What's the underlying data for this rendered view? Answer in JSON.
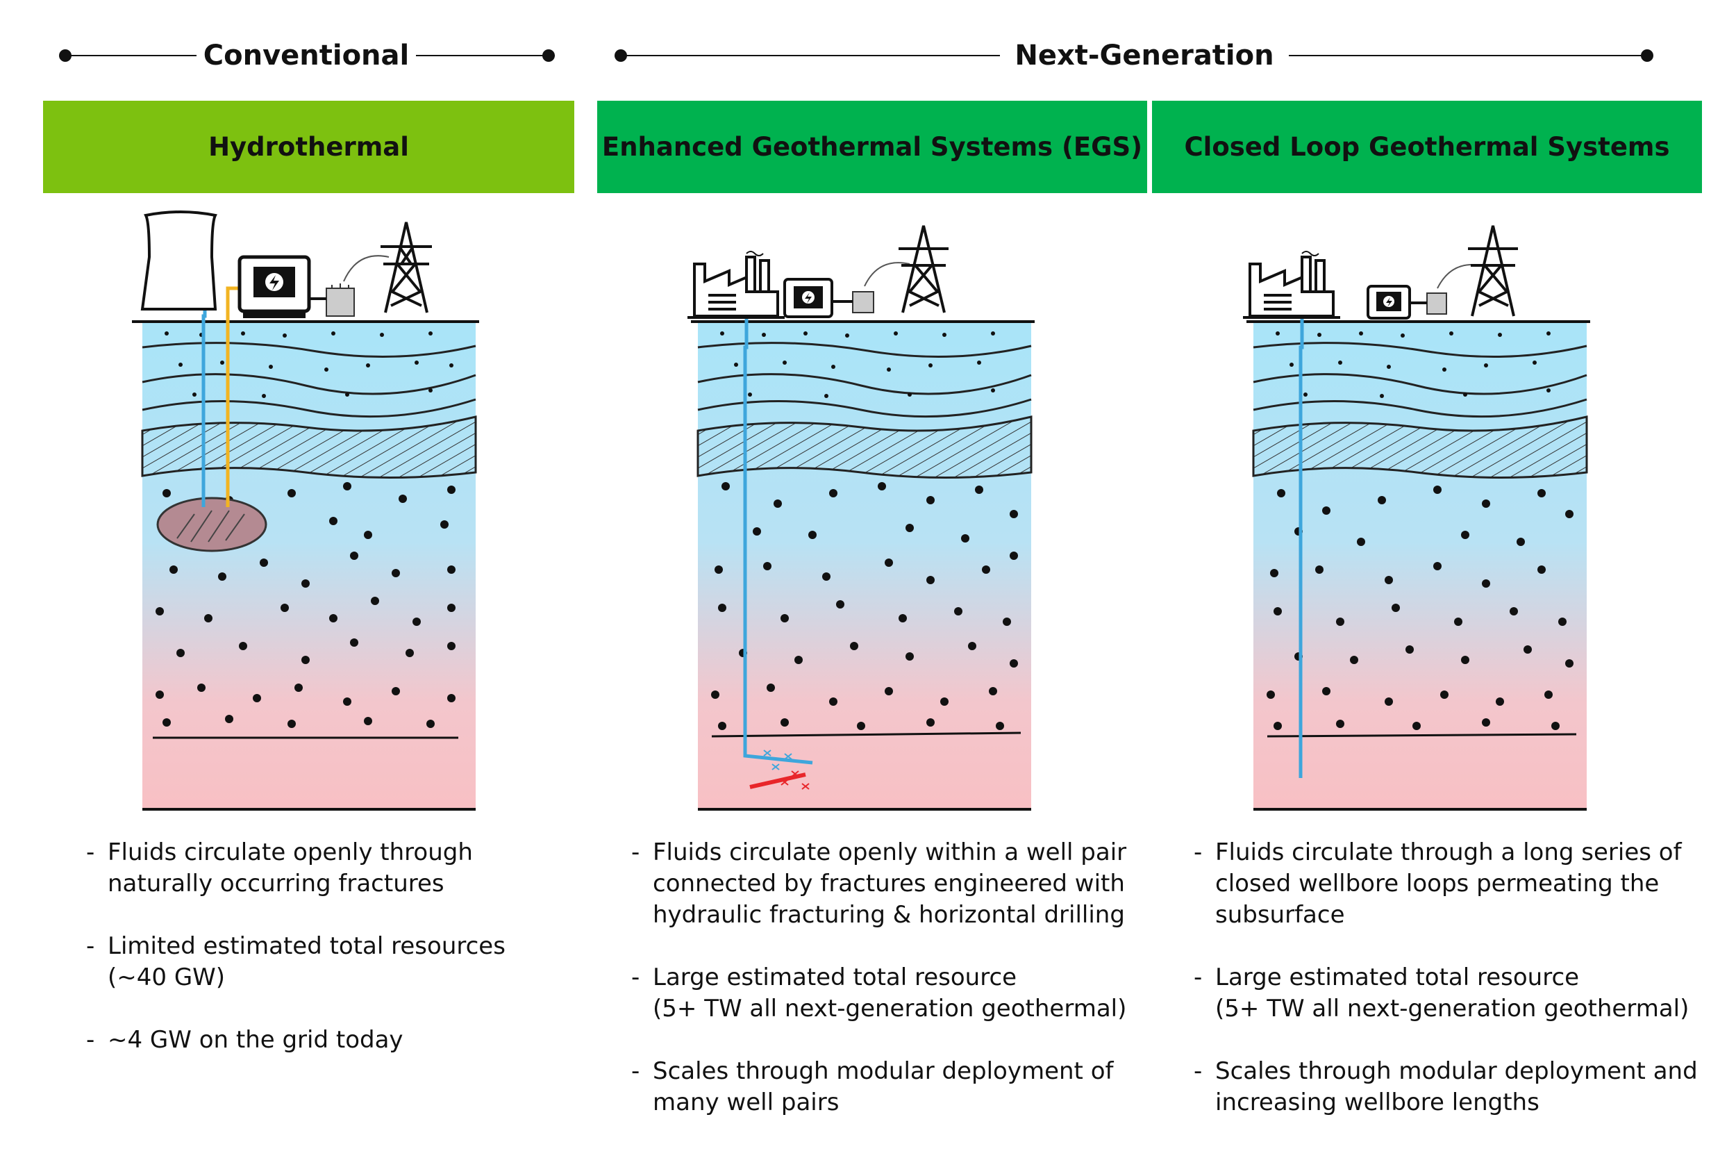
{
  "groups": {
    "conventional": "Conventional",
    "next_generation": "Next-Generation"
  },
  "columns": [
    {
      "title": "Hydrothermal",
      "bullets": [
        "Fluids circulate openly through\nnaturally occurring fractures",
        "Limited estimated total resources\n(~40 GW)",
        "~4 GW on the grid today"
      ]
    },
    {
      "title": "Enhanced Geothermal Systems (EGS)",
      "bullets": [
        "Fluids circulate openly within a well pair\nconnected by fractures engineered with\nhydraulic fracturing & horizontal drilling",
        "Large estimated total resource\n(5+ TW all next-generation geothermal)",
        "Scales through modular deployment of\nmany well pairs"
      ]
    },
    {
      "title": "Closed Loop Geothermal Systems",
      "bullets": [
        "Fluids circulate through a long series of\nclosed wellbore loops permeating the\nsubsurface",
        "Large estimated total resource\n(5+ TW all next-generation geothermal)",
        "Scales through modular deployment and\nincreasing wellbore lengths"
      ]
    }
  ],
  "colors": {
    "conventional_header": "#7dc110",
    "next_generation_header": "#00b24f",
    "ground_top": "#a9e4f8",
    "ground_bottom": "#f8c0c4",
    "cold_fluid": "#3ea6dc",
    "hot_fluid": "#e8262a",
    "warm_fluid": "#f2b422",
    "reservoir": "#b48a92"
  }
}
